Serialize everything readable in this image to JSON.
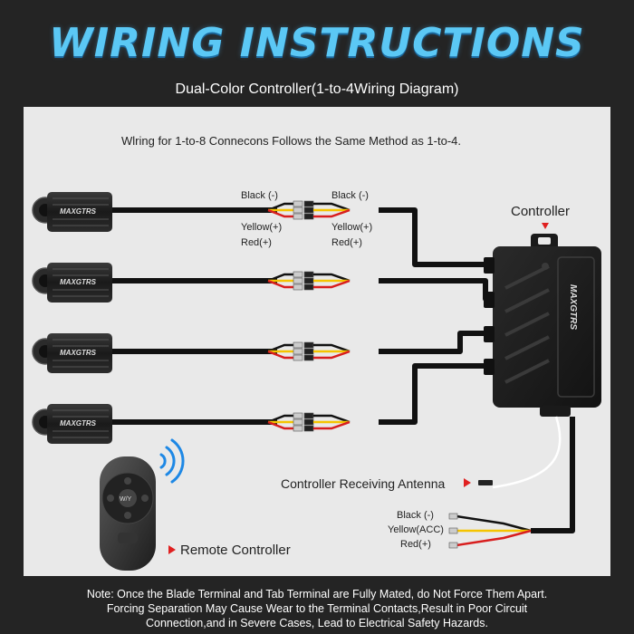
{
  "header": {
    "title": "WIRING INSTRUCTIONS",
    "subtitle": "Dual-Color Controller(1-to-4Wiring Diagram)"
  },
  "diagram": {
    "top_note": "Wlring for 1-to-8 Connecons Follows the Same Method as 1-to-4.",
    "light_brand": "MAXGTRS",
    "controller_brand": "MAXGTRS",
    "wire_labels_left": {
      "black": "Black (-)",
      "yellow": "Yellow(+)",
      "red": "Red(+)"
    },
    "wire_labels_right": {
      "black": "Black (-)",
      "yellow": "Yellow(+)",
      "red": "Red(+)"
    },
    "controller_label": "Controller",
    "antenna_label": "Controller Receiving Antenna",
    "power_labels": {
      "black": "Black (-)",
      "yellow": "Yellow(ACC)",
      "red": "Red(+)"
    },
    "remote_label": "Remote Controller",
    "remote_center_text": "W/Y",
    "colors": {
      "title_blue": "#5bc8f5",
      "arrow_red": "#e02020",
      "wire_black": "#111111",
      "wire_yellow": "#f5c400",
      "wire_red": "#d81e1e"
    }
  },
  "footer": {
    "note_line1": "Note: Once the Blade Terminal and Tab Terminal are Fully Mated, do Not Force Them Apart.",
    "note_line2": "Forcing Separation May Cause Wear to the Terminal Contacts,Result in Poor Circuit",
    "note_line3": "Connection,and in Severe Cases, Lead to Electrical Safety Hazards."
  }
}
